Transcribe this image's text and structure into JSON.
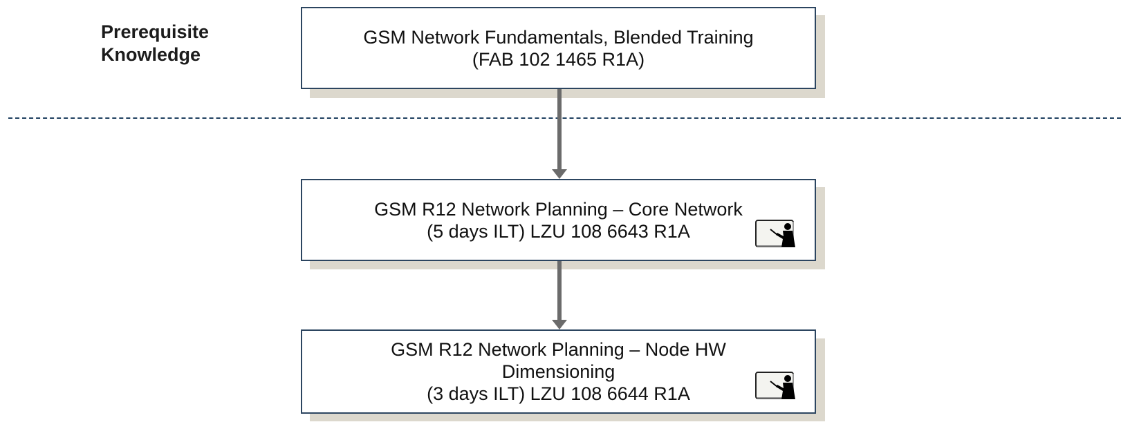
{
  "prerequisite": {
    "line1": "Prerequisite",
    "line2": "Knowledge"
  },
  "courses": [
    {
      "line1": "GSM Network Fundamentals, Blended Training",
      "line2": "(FAB 102 1465 R1A)"
    },
    {
      "line1": "GSM R12 Network Planning – Core Network",
      "line2": "(5 days ILT) LZU 108 6643 R1A",
      "icon": "instructor-led-training-icon"
    },
    {
      "line1": "GSM R12 Network Planning – Node HW",
      "line2": "Dimensioning",
      "line3": "(3 days ILT) LZU 108 6644 R1A",
      "icon": "instructor-led-training-icon"
    }
  ],
  "colors": {
    "box_border": "#2c4560",
    "shadow": "#dcd8cd",
    "connector": "#6b6b6b",
    "divider": "#1f4060"
  }
}
